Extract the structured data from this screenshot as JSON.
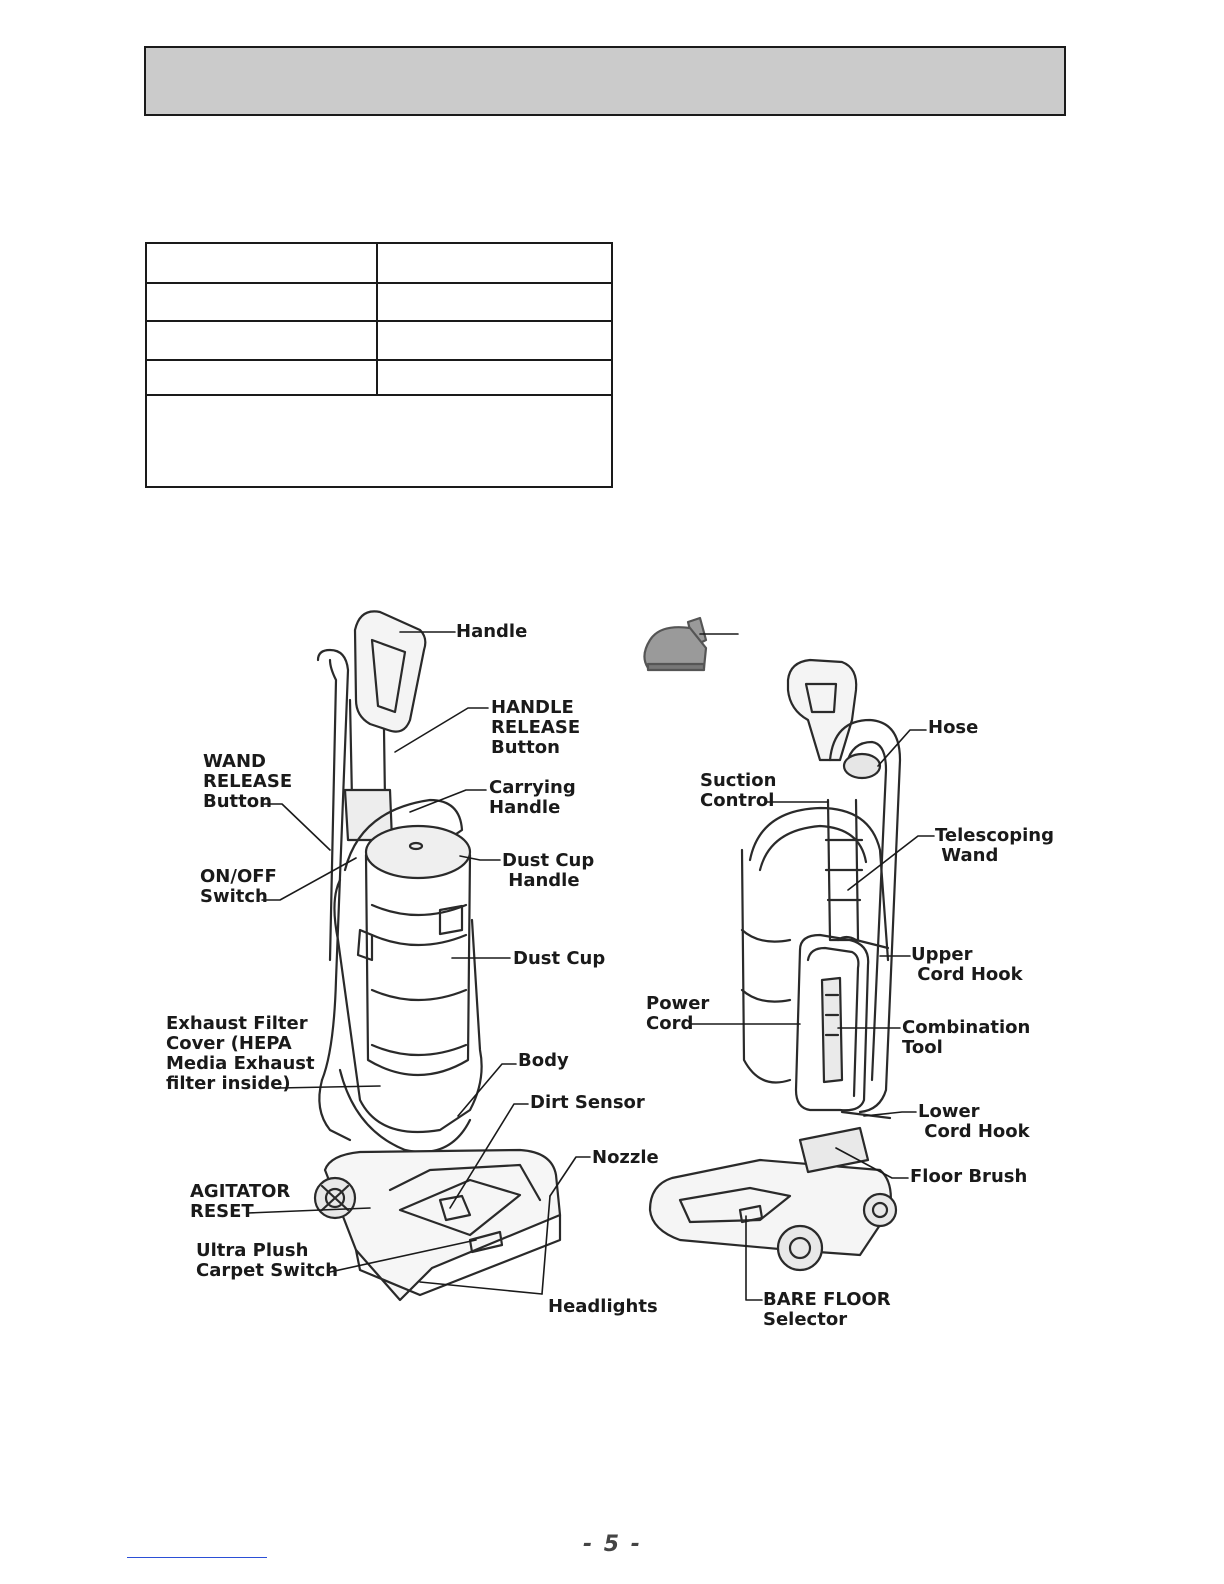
{
  "page": {
    "number": "- 5 -"
  },
  "labels": {
    "handle": "Handle",
    "handle_release": "HANDLE\nRELEASE\nButton",
    "wand_release": "WAND\nRELEASE\nButton",
    "carrying_handle": "Carrying\nHandle",
    "on_off": "ON/OFF\nSwitch",
    "dust_cup_handle": "Dust Cup\n Handle",
    "dust_cup": "Dust Cup",
    "exhaust_filter": "Exhaust Filter\nCover (HEPA\nMedia Exhaust\nfilter inside)",
    "body": "Body",
    "dirt_sensor": "Dirt Sensor",
    "nozzle": "Nozzle",
    "agitator_reset": "AGITATOR\nRESET",
    "ultra_plush": "Ultra Plush\nCarpet Switch",
    "headlights": "Headlights",
    "hose": "Hose",
    "suction_control": "Suction\nControl",
    "telescoping_wand": "Telescoping\n Wand",
    "upper_cord_hook": "Upper\n Cord Hook",
    "power_cord": "Power\nCord",
    "combination_tool": "Combination\nTool",
    "lower_cord_hook": "Lower\n Cord Hook",
    "floor_brush": "Floor Brush",
    "bare_floor": "BARE FLOOR\nSelector"
  }
}
